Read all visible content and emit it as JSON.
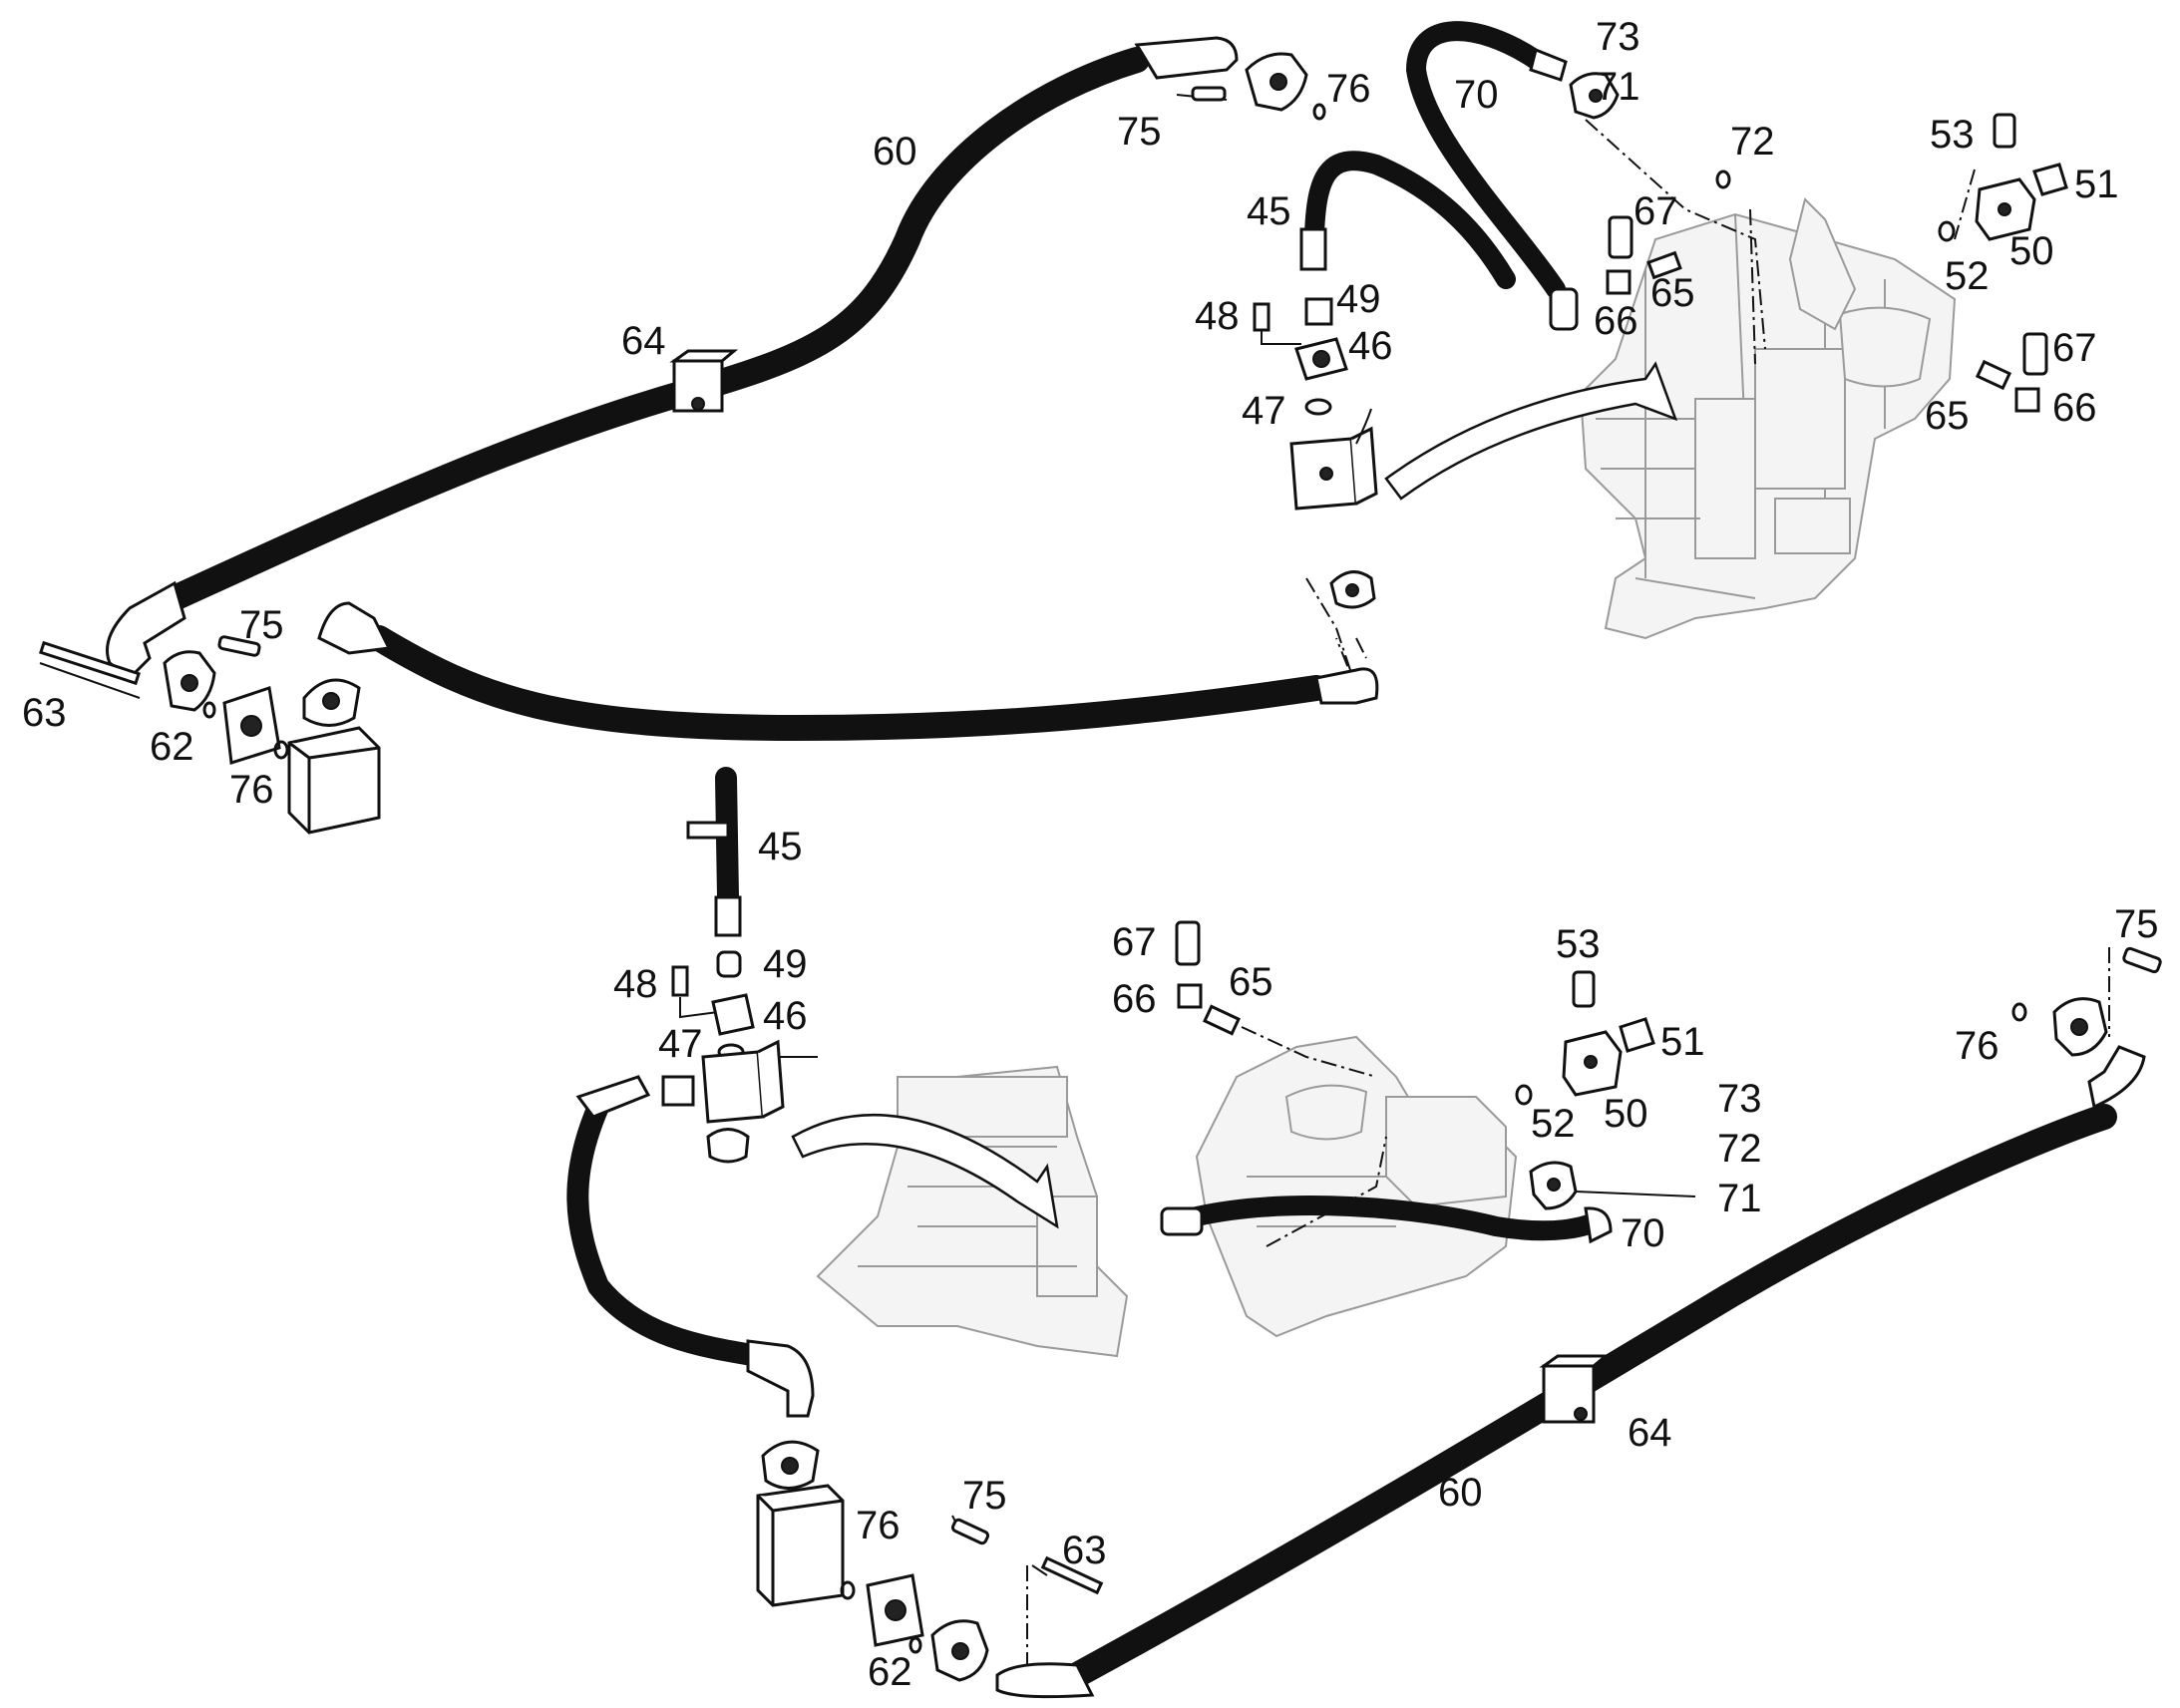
{
  "diagram": {
    "callouts": {
      "upper_left": {
        "hose": "60",
        "clamp": "64",
        "bolt": "75",
        "bolt_left": "75",
        "oring_top": "76",
        "oring_left": "76",
        "long_bolt": "63",
        "flange": "62"
      },
      "upper_center": {
        "hose": "45",
        "screw": "48",
        "nipple": "49",
        "clamp_block": "46",
        "oring": "47"
      },
      "upper_right": {
        "hose": "70",
        "label_73": "73",
        "label_71": "71",
        "label_72": "72",
        "sensor_67a": "67",
        "adapter_65a": "65",
        "elbow_66a": "66",
        "sensor_67b": "67",
        "adapter_65b": "65",
        "elbow_66b": "66",
        "fitting_53": "53",
        "cap_51": "51",
        "block_50": "50",
        "seal_52": "52"
      },
      "lower_center": {
        "hose": "45",
        "nipple": "49",
        "screw": "48",
        "clamp_block": "46",
        "oring": "47",
        "sensor_67": "67",
        "elbow_66": "66",
        "adapter_65": "65",
        "fitting_53": "53",
        "cap_51": "51",
        "block_50": "50",
        "seal_52": "52",
        "label_73": "73",
        "label_72": "72",
        "label_71": "71",
        "hose_70": "70"
      },
      "lower_left": {
        "oring": "76",
        "bolt": "75",
        "long_bolt": "63",
        "flange": "62"
      },
      "lower_right": {
        "bolt": "75",
        "oring": "76",
        "clamp": "64",
        "hose": "60"
      }
    }
  }
}
